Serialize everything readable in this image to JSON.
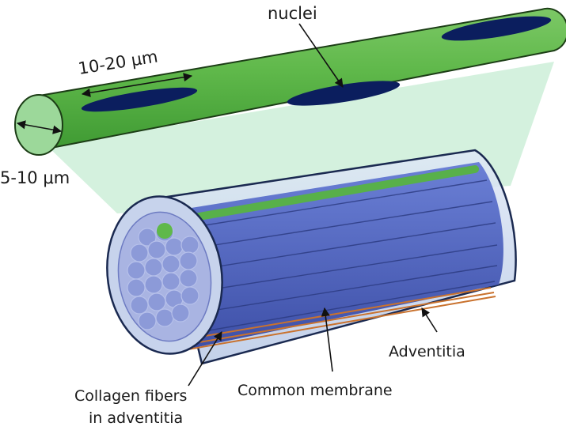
{
  "labels": {
    "nuclei": "nuclei",
    "length": "10-20 μm",
    "diameter": "5-10 μm",
    "adventitia": "Adventitia",
    "common_membrane": "Common membrane",
    "collagen_line1": "Collagen fibers",
    "collagen_line2": "in adventitia"
  },
  "colors": {
    "fiber_green": "#5fb84a",
    "fiber_green_light": "#8fd47a",
    "fiber_end": "#9cd89a",
    "nucleus": "#0b1e5e",
    "bundle_blue": "#5a6fc8",
    "bundle_blue_dark": "#3d4f9e",
    "sheath": "#b8cbe8",
    "collagen": "#c9722e",
    "projection": "#cdeed8"
  }
}
